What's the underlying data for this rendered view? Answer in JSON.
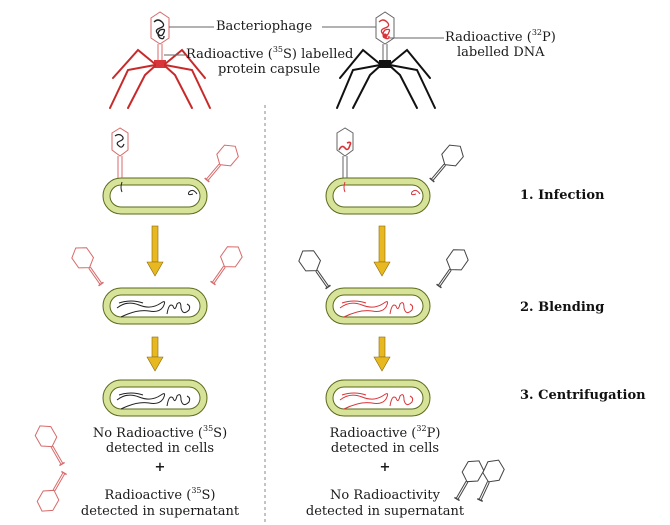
{
  "labels": {
    "bacteriophage": "Bacteriophage",
    "protein_label_pre": "Radioactive (",
    "protein_label_iso": "35",
    "protein_label_post": "S) labelled",
    "protein_label_line2": "protein capsule",
    "dna_label_pre": "Radioactive (",
    "dna_label_iso": "32",
    "dna_label_post": "P)",
    "dna_label_line2": "labelled DNA"
  },
  "steps": [
    {
      "label": "1. Infection"
    },
    {
      "label": "2. Blending"
    },
    {
      "label": "3. Centrifugation"
    }
  ],
  "results": {
    "left": {
      "cells_pre": "No Radioactive (",
      "cells_iso": "35",
      "cells_post": "S)",
      "cells_line2": "detected in cells",
      "plus": "+",
      "super_pre": "Radioactive (",
      "super_iso": "35",
      "super_post": "S)",
      "super_line2": "detected in supernatant"
    },
    "right": {
      "cells_pre": "Radioactive (",
      "cells_iso": "32",
      "cells_post": "P)",
      "cells_line2": "detected in cells",
      "plus": "+",
      "super_line1": "No Radioactivity",
      "super_line2": "detected in supernatant"
    }
  },
  "colors": {
    "sulfur_red": "#d8353a",
    "phage_outline_red": "#e07a7a",
    "dna_black": "#1a1a1a",
    "cell_wall": "#d8e39a",
    "cell_wall_edge": "#5a6a1a",
    "arrow": "#e8b820",
    "arrow_edge": "#8a6a10",
    "divider": "#888888"
  }
}
